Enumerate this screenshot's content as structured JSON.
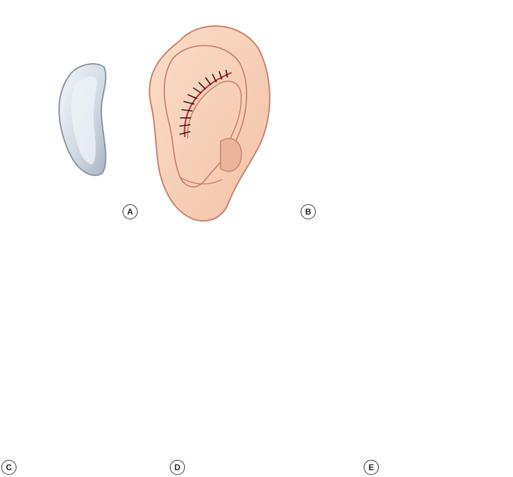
{
  "panels": [
    {
      "id": "A",
      "label": "A"
    },
    {
      "id": "B",
      "label": "B"
    },
    {
      "id": "C",
      "label": "C"
    },
    {
      "id": "D",
      "label": "D"
    },
    {
      "id": "E",
      "label": "E"
    }
  ],
  "colors": {
    "skin": "#f9d3bd",
    "skin_shadow": "#eab59a",
    "outline": "#c9806a",
    "cartilage": "#dbe3ec",
    "cartilage_outline": "#8a94a3",
    "suture_line": "#d42b3a",
    "suture_stitch": "#1c1c1c",
    "instrument": "#b8bec6"
  },
  "icons": [
    "cartilage-graft-icon",
    "forceps-icon",
    "suture-icon"
  ]
}
